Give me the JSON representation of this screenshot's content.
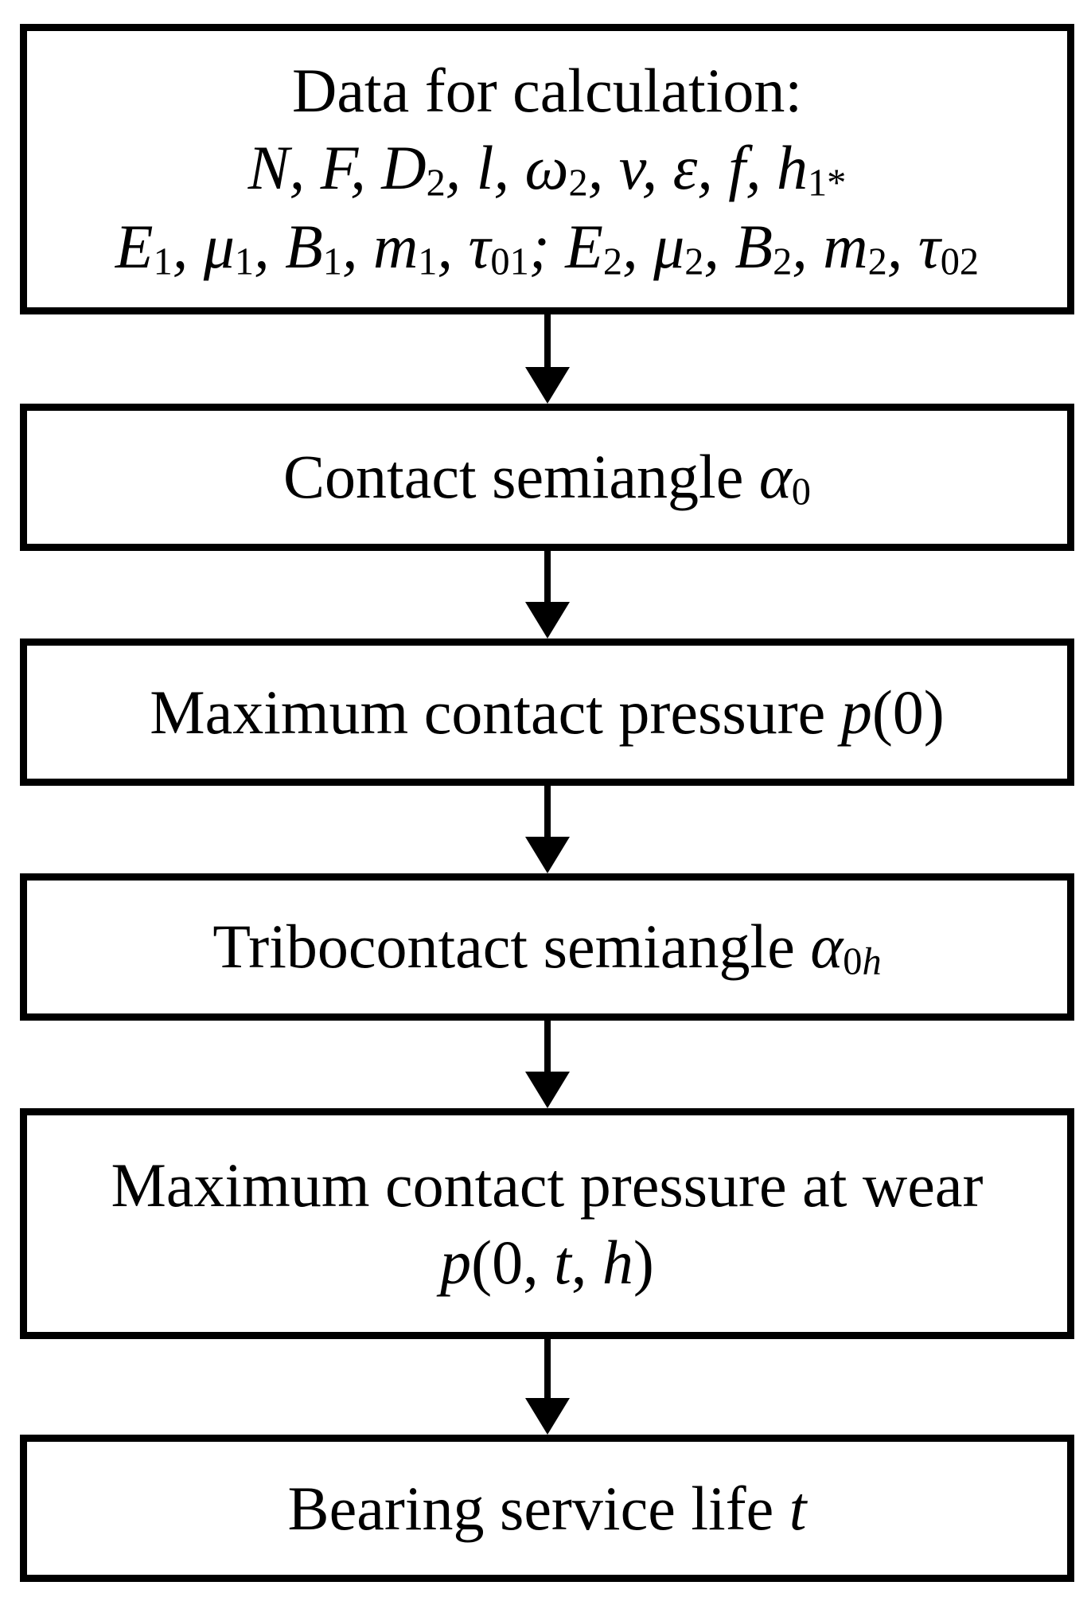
{
  "figure": {
    "type": "flowchart",
    "direction": "top-down",
    "colors": {
      "background": "#ffffff",
      "box_fill": "#ffffff",
      "line_color": "#000000",
      "text_color": "#000000"
    },
    "boxes": [
      {
        "id": "data-for-calculation",
        "plain_text": "Data for calculation: N, F, D2, l, ω2, v, ε, f, h1* ; E1, μ1, B1, m1, τ01; E2, μ2, B2, m2, τ02",
        "lines": [
          [
            {
              "t": "Data for calculation:"
            }
          ],
          [
            {
              "t": "N, F, D",
              "i": true
            },
            {
              "t": "2",
              "sub": true
            },
            {
              "t": ", l, ω",
              "i": true
            },
            {
              "t": "2",
              "sub": true
            },
            {
              "t": ", v, ε, f, h",
              "i": true
            },
            {
              "t": "1*",
              "sub": true
            }
          ],
          [
            {
              "t": "E",
              "i": true
            },
            {
              "t": "1",
              "sub": true
            },
            {
              "t": ", μ",
              "i": true
            },
            {
              "t": "1",
              "sub": true
            },
            {
              "t": ", B",
              "i": true
            },
            {
              "t": "1",
              "sub": true
            },
            {
              "t": ", m",
              "i": true
            },
            {
              "t": "1",
              "sub": true
            },
            {
              "t": ", τ",
              "i": true
            },
            {
              "t": "01",
              "sub": true
            },
            {
              "t": "; E",
              "i": true
            },
            {
              "t": "2",
              "sub": true
            },
            {
              "t": ", μ",
              "i": true
            },
            {
              "t": "2",
              "sub": true
            },
            {
              "t": ", B",
              "i": true
            },
            {
              "t": "2",
              "sub": true
            },
            {
              "t": ", m",
              "i": true
            },
            {
              "t": "2",
              "sub": true
            },
            {
              "t": ", τ",
              "i": true
            },
            {
              "t": "02",
              "sub": true
            }
          ]
        ]
      },
      {
        "id": "contact-semiangle",
        "plain_text": "Contact semiangle α0",
        "lines": [
          [
            {
              "t": "Contact semiangle "
            },
            {
              "t": "α",
              "i": true
            },
            {
              "t": "0",
              "sub": true
            }
          ]
        ]
      },
      {
        "id": "maximum-contact-pressure",
        "plain_text": "Maximum contact pressure p(0)",
        "lines": [
          [
            {
              "t": "Maximum contact pressure "
            },
            {
              "t": "p",
              "i": true
            },
            {
              "t": "(0)"
            }
          ]
        ]
      },
      {
        "id": "tribocontact-semiangle",
        "plain_text": "Tribocontact semiangle α0h",
        "lines": [
          [
            {
              "t": "Tribocontact semiangle "
            },
            {
              "t": "α",
              "i": true
            },
            {
              "t": "0",
              "sub": true
            },
            {
              "t": "h",
              "sub": true,
              "i": true
            }
          ]
        ]
      },
      {
        "id": "maximum-contact-pressure-at-wear",
        "plain_text": "Maximum contact pressure at wear p(0, t, h)",
        "lines": [
          [
            {
              "t": "Maximum contact pressure at wear"
            }
          ],
          [
            {
              "t": "p",
              "i": true
            },
            {
              "t": "(0, "
            },
            {
              "t": "t",
              "i": true
            },
            {
              "t": ", "
            },
            {
              "t": "h",
              "i": true
            },
            {
              "t": ")"
            }
          ]
        ]
      },
      {
        "id": "bearing-service-life",
        "plain_text": "Bearing service life t",
        "lines": [
          [
            {
              "t": "Bearing service life "
            },
            {
              "t": "t",
              "i": true
            }
          ]
        ]
      }
    ],
    "connections": [
      {
        "from": "data-for-calculation",
        "to": "contact-semiangle"
      },
      {
        "from": "contact-semiangle",
        "to": "maximum-contact-pressure"
      },
      {
        "from": "maximum-contact-pressure",
        "to": "tribocontact-semiangle"
      },
      {
        "from": "tribocontact-semiangle",
        "to": "maximum-contact-pressure-at-wear"
      },
      {
        "from": "maximum-contact-pressure-at-wear",
        "to": "bearing-service-life"
      }
    ]
  }
}
